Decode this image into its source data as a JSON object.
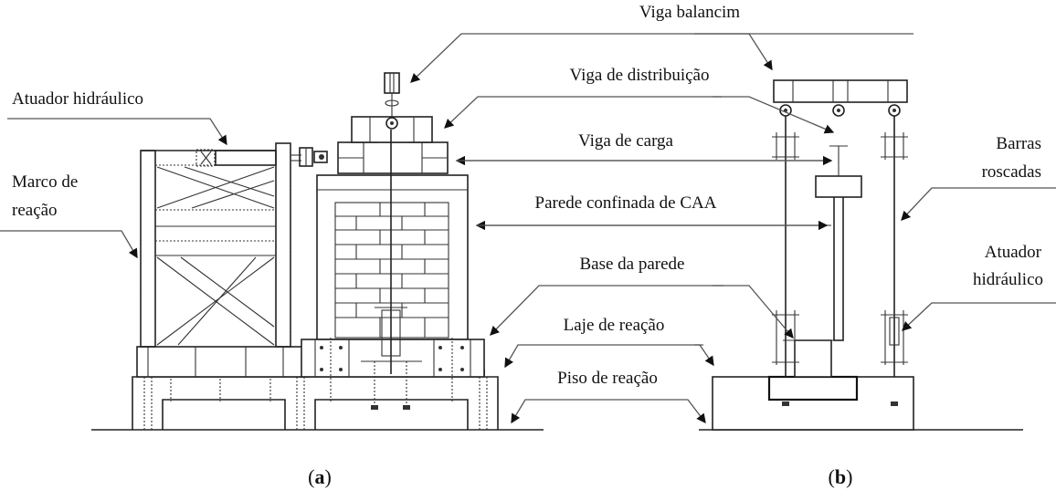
{
  "figure": {
    "panels": [
      {
        "id": "a",
        "caption": "a"
      },
      {
        "id": "b",
        "caption": "b"
      }
    ],
    "labels": {
      "viga_balancim": "Viga balancim",
      "viga_distribuicao": "Viga de distribuição",
      "viga_carga": "Viga de carga",
      "parede": "Parede confinada de CAA",
      "base_parede": "Base da parede",
      "laje_reacao": "Laje de reação",
      "piso_reacao": "Piso de reação",
      "atuador_a": "Atuador hidráulico",
      "marco_line1": "Marco de",
      "marco_line2": "reação",
      "barras_line1": "Barras",
      "barras_line2": "roscadas",
      "atuador_b_line1": "Atuador",
      "atuador_b_line2": "hidráulico"
    },
    "colors": {
      "line": "#222222",
      "background": "#ffffff"
    }
  }
}
